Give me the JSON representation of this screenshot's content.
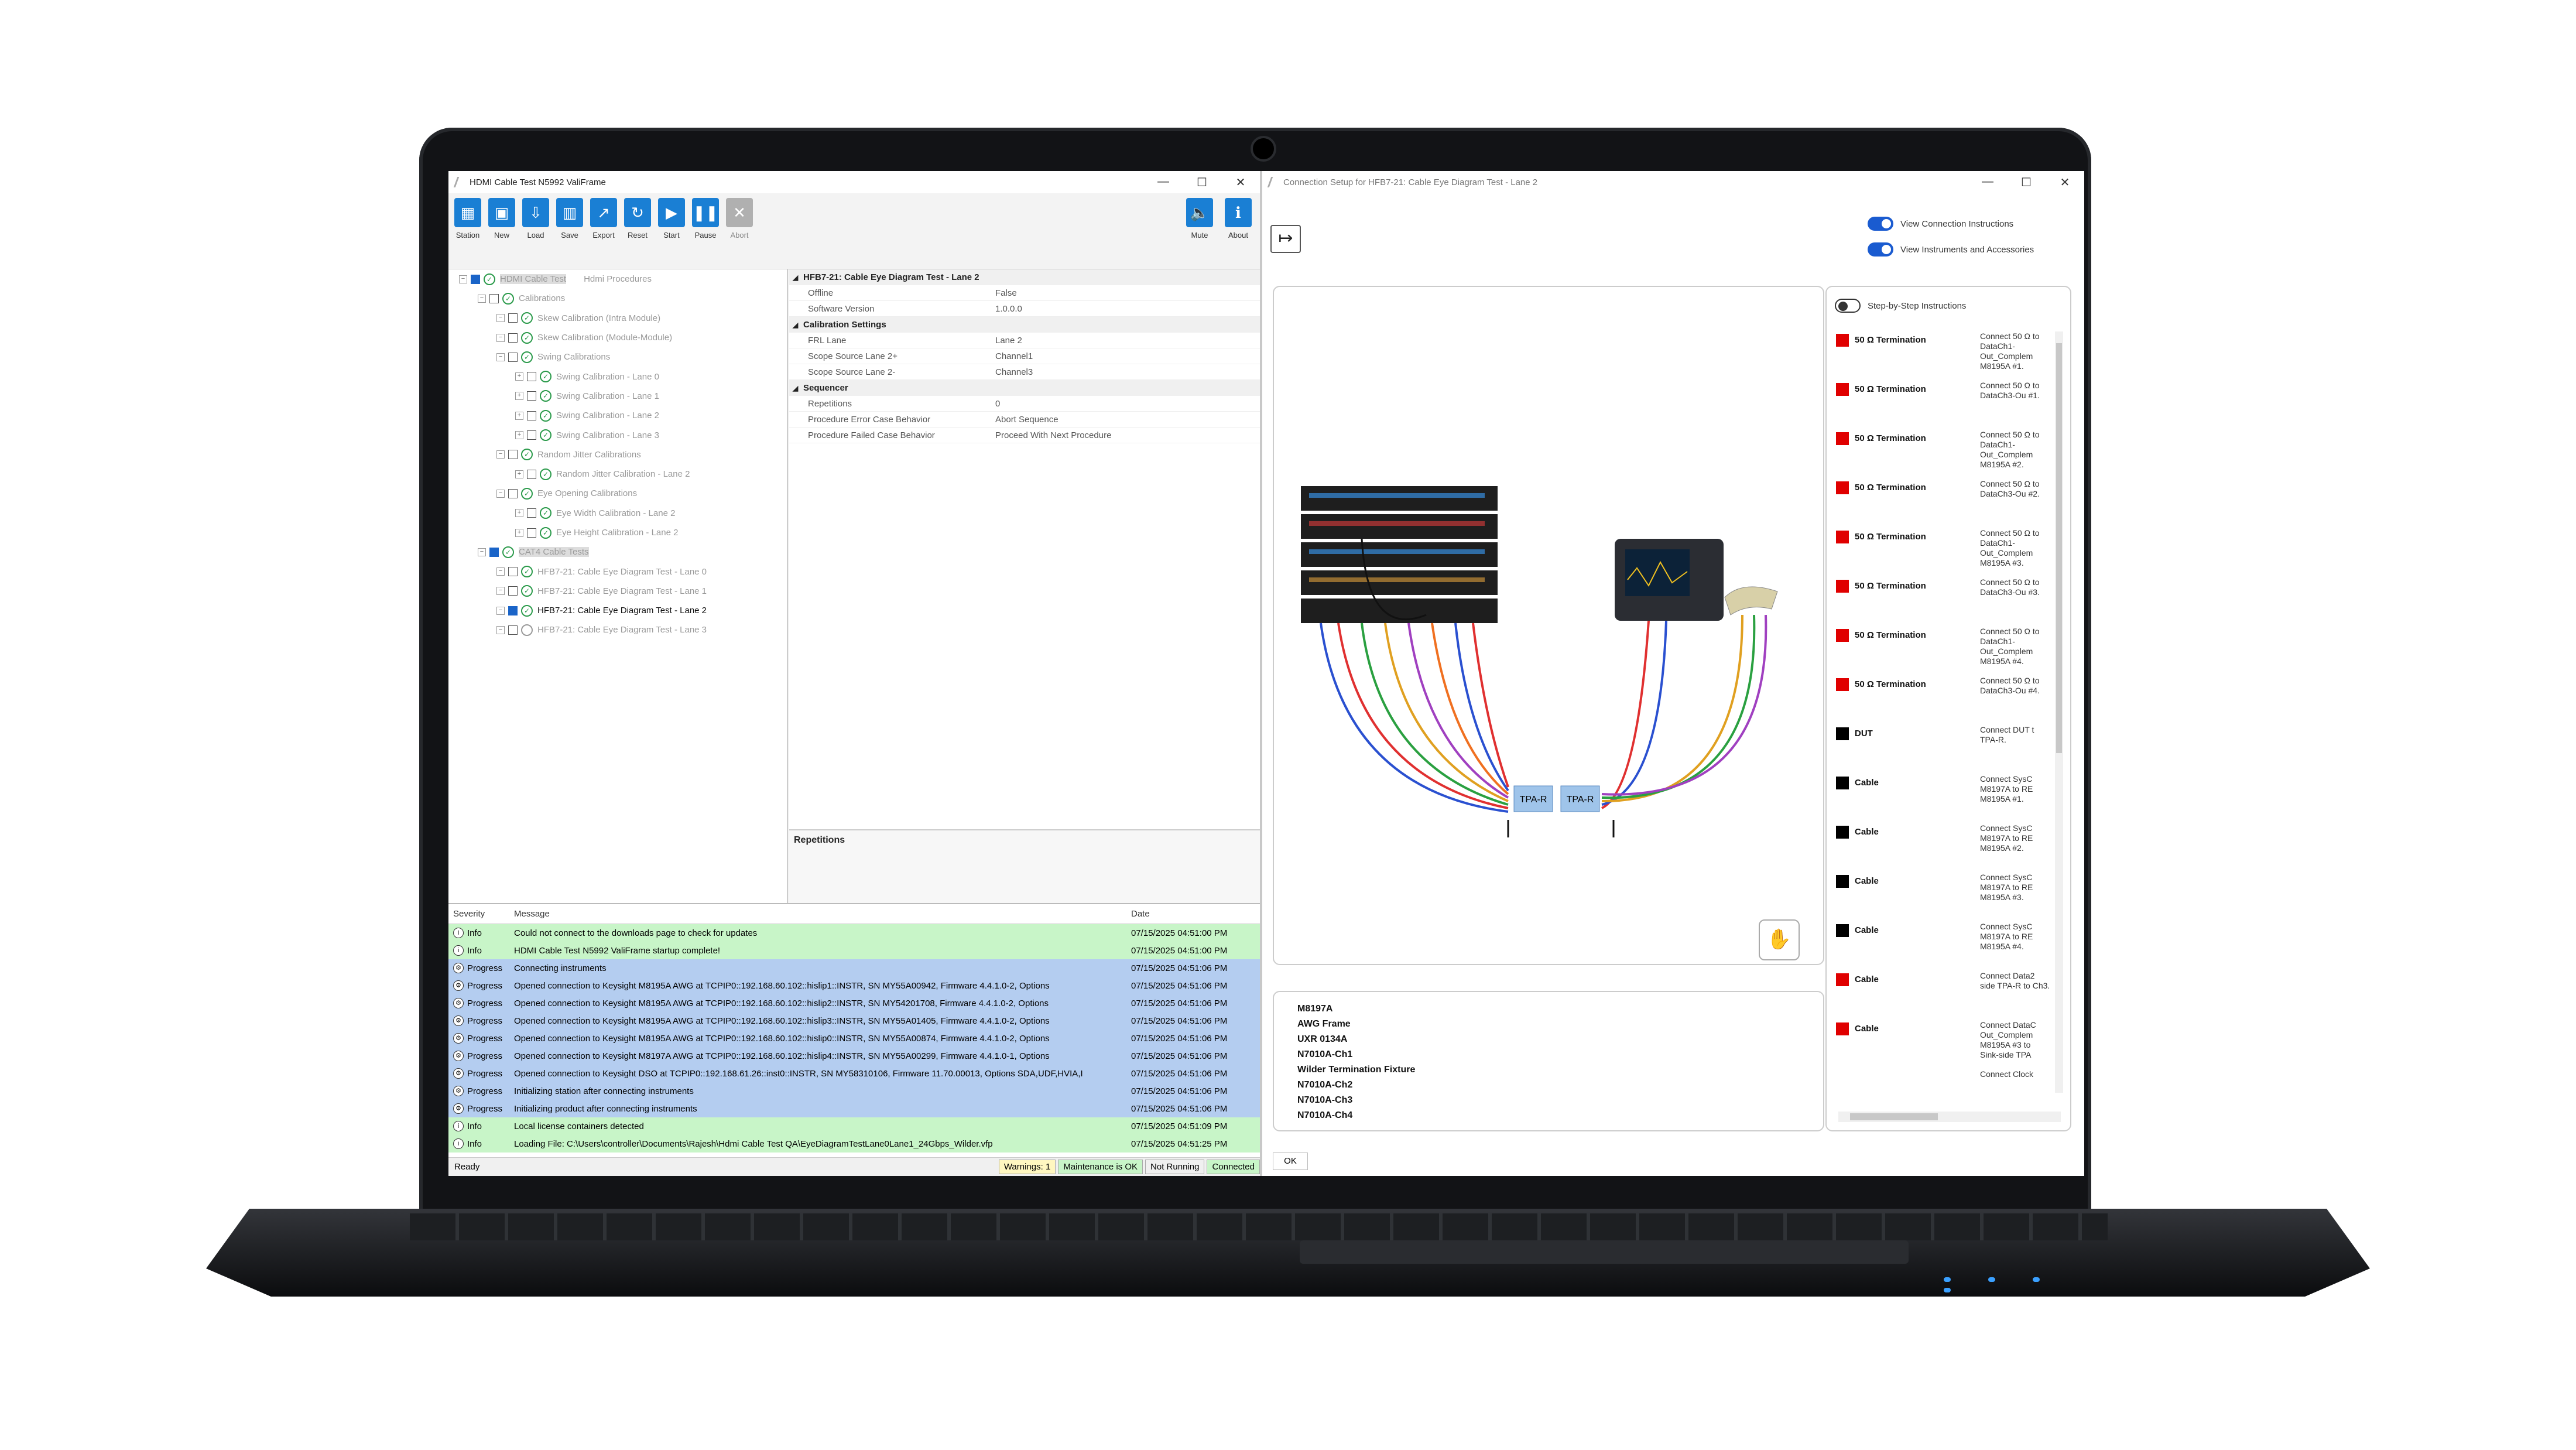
{
  "left_window": {
    "title": "HDMI Cable Test N5992 ValiFrame",
    "toolbar": [
      "Station",
      "New",
      "Load",
      "Save",
      "Export",
      "Reset",
      "Start",
      "Pause",
      "Abort"
    ],
    "toolbar_right": [
      "Mute",
      "About"
    ],
    "tree": [
      {
        "label": "HDMI Cable Test",
        "sub": "Hdmi Procedures",
        "depth": 0,
        "check": "ok",
        "cb": "on",
        "hl": true
      },
      {
        "label": "Calibrations",
        "depth": 1,
        "check": "ok",
        "cb": "off"
      },
      {
        "label": "Skew Calibration (Intra Module)",
        "depth": 2,
        "check": "ok",
        "cb": "off"
      },
      {
        "label": "Skew Calibration (Module-Module)",
        "depth": 2,
        "check": "ok",
        "cb": "off"
      },
      {
        "label": "Swing Calibrations",
        "depth": 2,
        "check": "ok",
        "cb": "off"
      },
      {
        "label": "Swing Calibration - Lane 0",
        "depth": 3,
        "check": "ok",
        "cb": "off"
      },
      {
        "label": "Swing Calibration - Lane 1",
        "depth": 3,
        "check": "ok",
        "cb": "off"
      },
      {
        "label": "Swing Calibration - Lane 2",
        "depth": 3,
        "check": "ok",
        "cb": "off"
      },
      {
        "label": "Swing Calibration - Lane 3",
        "depth": 3,
        "check": "ok",
        "cb": "off"
      },
      {
        "label": "Random Jitter Calibrations",
        "depth": 2,
        "check": "ok",
        "cb": "off"
      },
      {
        "label": "Random Jitter Calibration - Lane 2",
        "depth": 3,
        "check": "ok",
        "cb": "off"
      },
      {
        "label": "Eye Opening Calibrations",
        "depth": 2,
        "check": "ok",
        "cb": "off"
      },
      {
        "label": "Eye Width Calibration - Lane 2",
        "depth": 3,
        "check": "ok",
        "cb": "off"
      },
      {
        "label": "Eye Height Calibration - Lane 2",
        "depth": 3,
        "check": "ok",
        "cb": "off"
      },
      {
        "label": "CAT4 Cable Tests",
        "depth": 1,
        "check": "ok",
        "cb": "on",
        "hl": true
      },
      {
        "label": "HFB7-21: Cable Eye Diagram Test - Lane 0",
        "depth": 2,
        "check": "ok",
        "cb": "off"
      },
      {
        "label": "HFB7-21: Cable Eye Diagram Test - Lane 1",
        "depth": 2,
        "check": "ok",
        "cb": "off"
      },
      {
        "label": "HFB7-21: Cable Eye Diagram Test - Lane 2",
        "depth": 2,
        "check": "ok",
        "cb": "on",
        "active": true
      },
      {
        "label": "HFB7-21: Cable Eye Diagram Test - Lane 3",
        "depth": 2,
        "check": "empty",
        "cb": "off"
      }
    ],
    "properties": {
      "title": "HFB7-21: Cable Eye Diagram Test - Lane 2",
      "rows1": [
        [
          "Offline",
          "False"
        ],
        [
          "Software Version",
          "1.0.0.0"
        ]
      ],
      "section2": "Calibration Settings",
      "rows2": [
        [
          "FRL Lane",
          "Lane 2"
        ],
        [
          "Scope Source Lane 2+",
          "Channel1"
        ],
        [
          "Scope Source Lane 2-",
          "Channel3"
        ]
      ],
      "section3": "Sequencer",
      "rows3": [
        [
          "Repetitions",
          "0"
        ],
        [
          "Procedure Error Case Behavior",
          "Abort Sequence"
        ],
        [
          "Procedure Failed Case Behavior",
          "Proceed With Next Procedure"
        ]
      ],
      "description": "Repetitions"
    },
    "log": {
      "headers": [
        "Severity",
        "Message",
        "Date"
      ],
      "rows": [
        {
          "sev": "Info",
          "msg": "Could not connect to the downloads page to check for updates",
          "date": "07/15/2025 04:51:00 PM",
          "c": "g"
        },
        {
          "sev": "Info",
          "msg": "HDMI Cable Test N5992 ValiFrame startup complete!",
          "date": "07/15/2025 04:51:00 PM",
          "c": "g"
        },
        {
          "sev": "Progress",
          "msg": "Connecting instruments",
          "date": "07/15/2025 04:51:06 PM",
          "c": "b"
        },
        {
          "sev": "Progress",
          "msg": "Opened connection to Keysight M8195A AWG at TCPIP0::192.168.60.102::hislip1::INSTR, SN MY55A00942, Firmware 4.4.1.0-2, Options",
          "date": "07/15/2025 04:51:06 PM",
          "c": "b"
        },
        {
          "sev": "Progress",
          "msg": "Opened connection to Keysight M8195A AWG at TCPIP0::192.168.60.102::hislip2::INSTR, SN MY54201708, Firmware 4.4.1.0-2, Options",
          "date": "07/15/2025 04:51:06 PM",
          "c": "b"
        },
        {
          "sev": "Progress",
          "msg": "Opened connection to Keysight M8195A AWG at TCPIP0::192.168.60.102::hislip3::INSTR, SN MY55A01405, Firmware 4.4.1.0-2, Options",
          "date": "07/15/2025 04:51:06 PM",
          "c": "b"
        },
        {
          "sev": "Progress",
          "msg": "Opened connection to Keysight M8195A AWG at TCPIP0::192.168.60.102::hislip0::INSTR, SN MY55A00874, Firmware 4.4.1.0-2, Options",
          "date": "07/15/2025 04:51:06 PM",
          "c": "b"
        },
        {
          "sev": "Progress",
          "msg": "Opened connection to Keysight M8197A AWG at TCPIP0::192.168.60.102::hislip4::INSTR, SN MY55A00299, Firmware 4.4.1.0-1, Options",
          "date": "07/15/2025 04:51:06 PM",
          "c": "b"
        },
        {
          "sev": "Progress",
          "msg": "Opened connection to Keysight DSO at TCPIP0::192.168.61.26::inst0::INSTR, SN MY58310106, Firmware 11.70.00013, Options SDA,UDF,HVIA,I",
          "date": "07/15/2025 04:51:06 PM",
          "c": "b"
        },
        {
          "sev": "Progress",
          "msg": "Initializing station after connecting instruments",
          "date": "07/15/2025 04:51:06 PM",
          "c": "b"
        },
        {
          "sev": "Progress",
          "msg": "Initializing product after connecting instruments",
          "date": "07/15/2025 04:51:06 PM",
          "c": "b"
        },
        {
          "sev": "Info",
          "msg": "Local license containers detected",
          "date": "07/15/2025 04:51:09 PM",
          "c": "g"
        },
        {
          "sev": "Info",
          "msg": "Loading File: C:\\Users\\controller\\Documents\\Rajesh\\Hdmi Cable Test QA\\EyeDiagramTestLane0Lane1_24Gbps_Wilder.vfp",
          "date": "07/15/2025 04:51:25 PM",
          "c": "g"
        }
      ]
    },
    "status": {
      "ready": "Ready",
      "warnings": "Warnings: 1",
      "maintenance": "Maintenance is OK",
      "running": "Not Running",
      "connected": "Connected"
    }
  },
  "right_window": {
    "title": "Connection Setup for HFB7-21: Cable Eye Diagram Test - Lane 2",
    "toggle1": "View Connection Instructions",
    "toggle2": "View Instruments and Accessories",
    "steps_toggle": "Step-by-Step Instructions",
    "diagram_labels": [
      "TPA-R",
      "TPA-R"
    ],
    "instruments": [
      "M8197A",
      "AWG Frame",
      "UXR 0134A",
      "N7010A-Ch1",
      "Wilder Termination Fixture",
      "N7010A-Ch2",
      "N7010A-Ch3",
      "N7010A-Ch4"
    ],
    "steps": [
      {
        "name": "50 Ω Termination",
        "desc": "Connect 50 Ω to DataCh1-Out_Complem M8195A #1.",
        "color": "#e00000"
      },
      {
        "name": "50 Ω Termination",
        "desc": "Connect 50 Ω to DataCh3-Ou #1.",
        "color": "#e00000"
      },
      {
        "name": "50 Ω Termination",
        "desc": "Connect 50 Ω to DataCh1-Out_Complem M8195A #2.",
        "color": "#e00000"
      },
      {
        "name": "50 Ω Termination",
        "desc": "Connect 50 Ω to DataCh3-Ou #2.",
        "color": "#e00000"
      },
      {
        "name": "50 Ω Termination",
        "desc": "Connect 50 Ω to DataCh1-Out_Complem M8195A #3.",
        "color": "#e00000"
      },
      {
        "name": "50 Ω Termination",
        "desc": "Connect 50 Ω to DataCh3-Ou #3.",
        "color": "#e00000"
      },
      {
        "name": "50 Ω Termination",
        "desc": "Connect 50 Ω to DataCh1-Out_Complem M8195A #4.",
        "color": "#e00000"
      },
      {
        "name": "50 Ω Termination",
        "desc": "Connect 50 Ω to DataCh3-Ou #4.",
        "color": "#e00000"
      },
      {
        "name": "DUT",
        "desc": "Connect DUT t TPA-R.",
        "color": "#000000"
      },
      {
        "name": "Cable",
        "desc": "Connect SysC M8197A to RE M8195A #1.",
        "color": "#000000"
      },
      {
        "name": "Cable",
        "desc": "Connect SysC M8197A to RE M8195A #2.",
        "color": "#000000"
      },
      {
        "name": "Cable",
        "desc": "Connect SysC M8197A to RE M8195A #3.",
        "color": "#000000"
      },
      {
        "name": "Cable",
        "desc": "Connect SysC M8197A to RE M8195A #4.",
        "color": "#000000"
      },
      {
        "name": "Cable",
        "desc": "Connect Data2 side TPA-R to Ch3.",
        "color": "#e00000"
      },
      {
        "name": "Cable",
        "desc": "Connect DataC Out_Complem M8195A #3 to Sink-side TPA",
        "color": "#e00000"
      },
      {
        "name": "",
        "desc": "Connect Clock",
        "color": "#ffffff"
      }
    ],
    "ok_label": "OK"
  },
  "colors": {
    "accent": "#1a7fd4",
    "toggle": "#1a5bd0",
    "info_row": "#c8f5c8",
    "progress_row": "#b4cdf0",
    "red": "#e00000"
  }
}
